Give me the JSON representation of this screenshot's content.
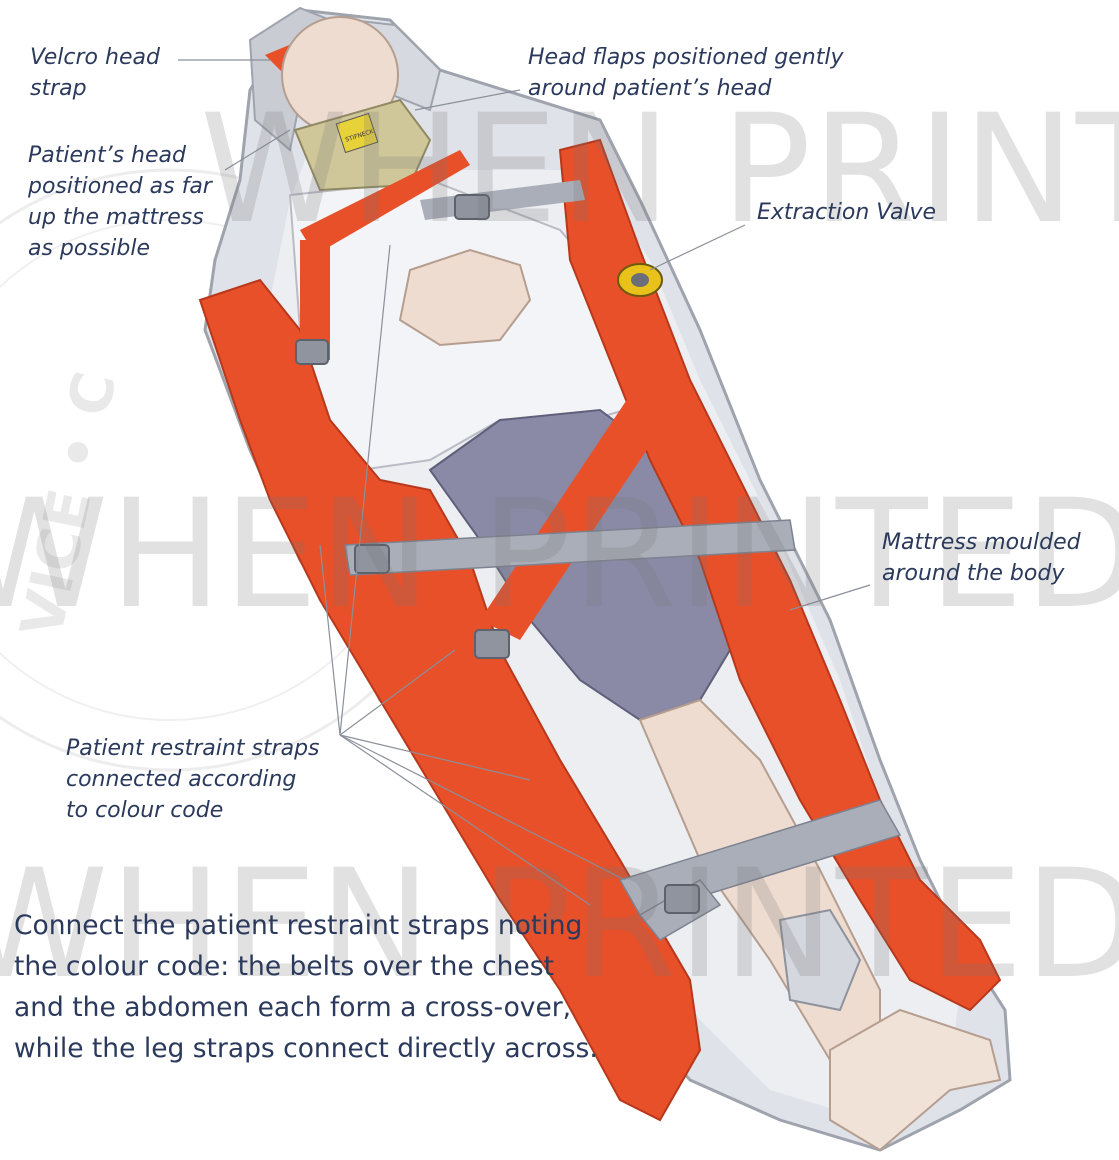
{
  "watermark": {
    "line1": "WHEN PRINTED",
    "line2": "WHEN PRINTED",
    "line3": "WHEN PRINTED",
    "seal_text": "VICE • C"
  },
  "labels": {
    "velcro_head_strap": "Velcro head\nstrap",
    "head_flaps": "Head flaps positioned gently\naround patient’s head",
    "head_position": "Patient’s head\npositioned as far\nup the mattress\nas possible",
    "extraction_valve": "Extraction Valve",
    "mattress_moulded": "Mattress moulded\naround the body",
    "restraint_straps": "Patient restraint straps\nconnected according\nto colour code"
  },
  "collar_text": "STIFNECK",
  "caption": "Connect the patient restraint straps noting the colour code: the belts over the chest and the abdomen each form a cross-over, while the leg straps connect directly across.",
  "colors": {
    "label_text": "#2b3a5c",
    "mattress_orange": "#e8502a",
    "strap_grey": "#a9aeb8",
    "shorts": "#8a8aa6",
    "shirt": "#f3f4f7",
    "skin": "#eedcd0",
    "collar": "#cfc79a",
    "valve": "#e8c21a",
    "leader_line": "#8a8f9a"
  }
}
